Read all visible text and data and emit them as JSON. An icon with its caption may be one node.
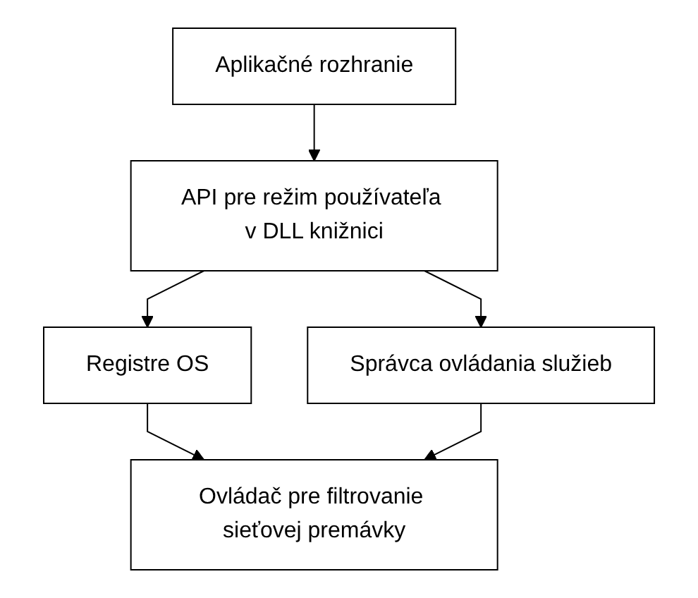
{
  "diagram": {
    "nodes": [
      {
        "text": [
          "Aplikačné rozhranie"
        ]
      },
      {
        "text": [
          "API pre režim používateľa v DLL knižnici"
        ]
      },
      {
        "text": [
          "Registre OS"
        ]
      },
      {
        "text": [
          "Správca ovládania služieb"
        ]
      },
      {
        "text": [
          "Ovládač pre filtrovanie sieťovej premávky"
        ]
      }
    ],
    "edges": [
      {
        "from": 0,
        "to": 1,
        "arrow": "to"
      },
      {
        "from": 1,
        "to": 2,
        "arrow": "to"
      },
      {
        "from": 1,
        "to": 3,
        "arrow": "to"
      },
      {
        "from": 2,
        "to": 4,
        "arrow": "to"
      },
      {
        "from": 3,
        "to": 4,
        "arrow": "to"
      }
    ]
  }
}
